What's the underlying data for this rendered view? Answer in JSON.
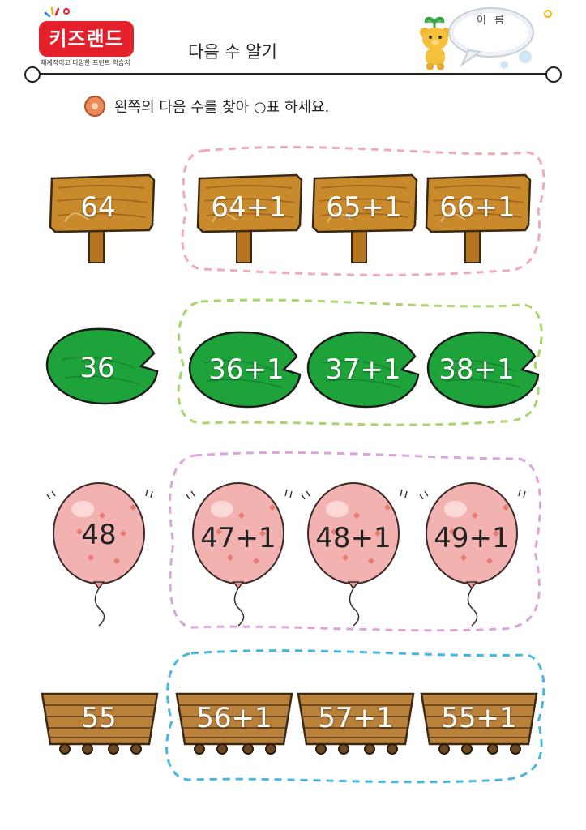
{
  "header": {
    "logo": "키즈랜드",
    "tagline": "체계적이고 다양한 프린트 학습지",
    "title": "다음 수 알기",
    "name_label": "이름"
  },
  "instruction": "왼쪽의 다음 수를 찾아 ○표 하세요.",
  "colors": {
    "sign_wood": "#c98a2b",
    "leaf_green": "#1ea33a",
    "balloon_pink": "#f2b3b0",
    "cart_wood": "#b9813a",
    "dash_row1": "#f2a9b8",
    "dash_row2": "#a8d66b",
    "dash_row3": "#d9a6d9",
    "dash_row4": "#47b7df"
  },
  "rows": [
    {
      "kind": "sign-icon",
      "target": "64",
      "choices": [
        "64+1",
        "65+1",
        "66+1"
      ]
    },
    {
      "kind": "leaf-icon",
      "target": "36",
      "choices": [
        "36+1",
        "37+1",
        "38+1"
      ]
    },
    {
      "kind": "balloon-icon",
      "target": "48",
      "choices": [
        "47+1",
        "48+1",
        "49+1"
      ]
    },
    {
      "kind": "cart-icon",
      "target": "55",
      "choices": [
        "56+1",
        "57+1",
        "55+1"
      ]
    }
  ]
}
